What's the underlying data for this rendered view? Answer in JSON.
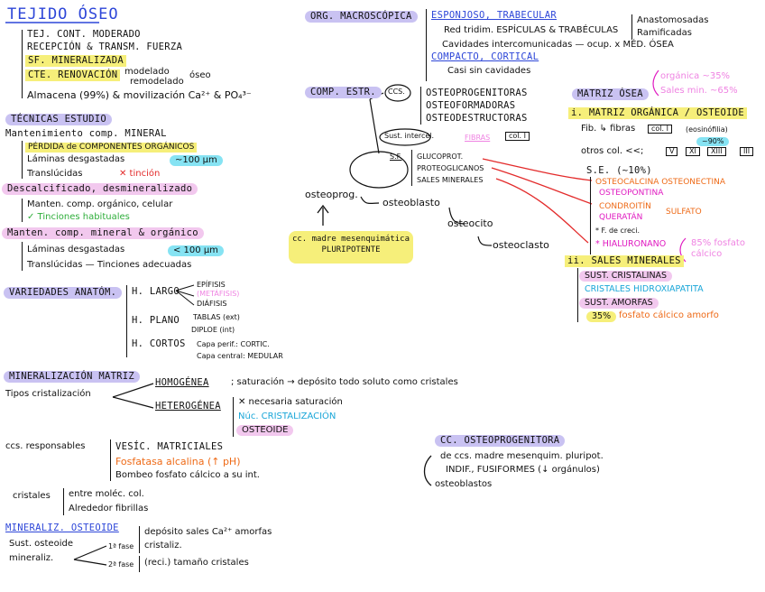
{
  "title": "TEJIDO ÓSEO",
  "intro": {
    "l1": "TEJ. CONT. MODERADO",
    "l2": "RECEPCIÓN & TRANSM. FUERZA",
    "l3": "SF. MINERALIZADA",
    "l4": "CTE. RENOVACIÓN",
    "l4a": "modelado",
    "l4b": "óseo",
    "l4c": "remodelado",
    "l5": "Almacena (99%) & movilización Ca²⁺ & PO₄³⁻"
  },
  "tecnicas": {
    "title": "TÉCNICAS ESTUDIO",
    "m1": "Mantenimiento comp. MINERAL",
    "m1a": "PÉRDIDA de COMPONENTES ORGÁNICOS",
    "m1b": "Láminas desgastadas",
    "m1b_badge": "~100 µm",
    "m1c": "Translúcidas",
    "m1c_x": "✕ tinción",
    "m2": "Descalcificado, desmineralizado",
    "m2a": "Manten. comp. orgánico, celular",
    "m2b": "✓ Tinciones habituales",
    "m3": "Manten. comp. mineral & orgánico",
    "m3a": "Láminas desgastadas",
    "m3a_badge": "< 100 µm",
    "m3b": "Translúcidas — Tinciones adecuadas"
  },
  "variedades": {
    "title": "VARIEDADES ANATÓM.",
    "largo": "H. LARGO",
    "largo_items": [
      "EPÍFISIS",
      "(METÁFISIS)",
      "DIÁFISIS"
    ],
    "plano": "H. PLANO",
    "plano_items": [
      "TABLAS (ext)",
      "DIPLOE (int)"
    ],
    "cortos": "H. CORTOS",
    "cortos_items": [
      "Capa perif.: CORTIC.",
      "Capa central: MEDULAR"
    ]
  },
  "mineralizacion": {
    "title": "MINERALIZACIÓN MATRIZ",
    "tipos": "Tipos cristalización",
    "homogenea": "HOMOGÉNEA",
    "homogenea_txt": "; saturación → depósito todo soluto como cristales",
    "heterogenea": "HETEROGÉNEA",
    "het1": "✕ necesaria saturación",
    "het2": "Núc. CRISTALIZACIÓN",
    "het3": "OSTEOIDE",
    "resp": "ccs. responsables",
    "resp1": "VESÍC. MATRICIALES",
    "resp2": "Fosfatasa alcalina (↑ pH)",
    "resp3": "Bombeo fosfato cálcico a su int.",
    "cristales": "cristales",
    "cr1": "entre moléc. col.",
    "cr2": "Alrededor fibrillas"
  },
  "osteoide": {
    "title": "MINERALIZ. OSTEOIDE",
    "sust": "Sust. osteoide",
    "mineraliz": "mineraliz.",
    "f1": "1ª fase",
    "f2": "2ª fase",
    "d1": "depósito sales Ca²⁺ amorfas",
    "d2": "cristaliz.",
    "d3": "(reci.) tamaño cristales"
  },
  "org_macro": {
    "title": "ORG. MACROSCÓPICA",
    "esponjoso": "ESPONJOSO, TRABECULAR",
    "e1": "Red tridim. ESPÍCULAS & TRABÉCULAS",
    "e1a": "Anastomosadas",
    "e1b": "Ramificadas",
    "e2": "Cavidades intercomunicadas — ocup. x MÉD. ÓSEA",
    "compacto": "COMPACTO, CORTICAL",
    "c1": "Casi sin cavidades"
  },
  "comp_estr": {
    "title": "COMP. ESTR.",
    "ccs": "CCS.",
    "cells": [
      "OSTEOPROGENITORAS",
      "OSTEOFORMADORAS",
      "OSTEODESTRUCTORAS"
    ],
    "sust": "Sust. intercel.",
    "fibras": "FIBRAS",
    "col": "col. I",
    "sf": "S.F.",
    "sf_items": [
      "GLUCOPROT.",
      "PROTEOGLICANOS",
      "SALES MINERALES"
    ],
    "osteoprog": "osteoprog.",
    "osteoblasto": "osteoblasto",
    "osteocito": "osteocito",
    "osteoclasto": "osteoclasto",
    "cc_madre": "cc. madre mesenquimática PLURIPOTENTE"
  },
  "matriz": {
    "title": "MATRIZ ÓSEA",
    "org_pct": "orgánica ~35%",
    "min_pct": "Sales min. ~65%",
    "i_title": "i. MATRIZ ORGÁNICA / OSTEOIDE",
    "fib": "Fib. ↳ fibras",
    "col1": "col. I",
    "eosin": "(eosinófilia)",
    "pct90": "~90%",
    "otros": "otros col. <<;",
    "types": [
      "V",
      "XI",
      "XIII",
      "III"
    ],
    "sf": "S.E. (~10%)",
    "osteocalcina": "OSTEOCALCINA  OSTEONECTINA",
    "osteopontina": "OSTEOPONTINA",
    "condroitin": "CONDROITÍN",
    "queratan": "QUERATÁN",
    "sulfato": "SULFATO",
    "fdc": "* F. de creci.",
    "hialuronano": "* HIALURONANO",
    "fosfato_note": "85% fosfato cálcico",
    "ii_title": "ii. SALES MINERALES",
    "cristalinas": "SUST. CRISTALINAS",
    "hidrox": "CRISTALES HIDROXIAPATITA",
    "amorfas": "SUST. AMORFAS",
    "amorfas_pct": "35%",
    "amorfas_txt": "fosfato cálcico amorfo"
  },
  "cc_osteoprog": {
    "title": "CC. OSTEOPROGENITORA",
    "l1": "de ccs. madre mesenquim. pluripot.",
    "l2": "INDIF., FUSIFORMES (↓ orgánulos)",
    "l3": "osteoblastos"
  }
}
